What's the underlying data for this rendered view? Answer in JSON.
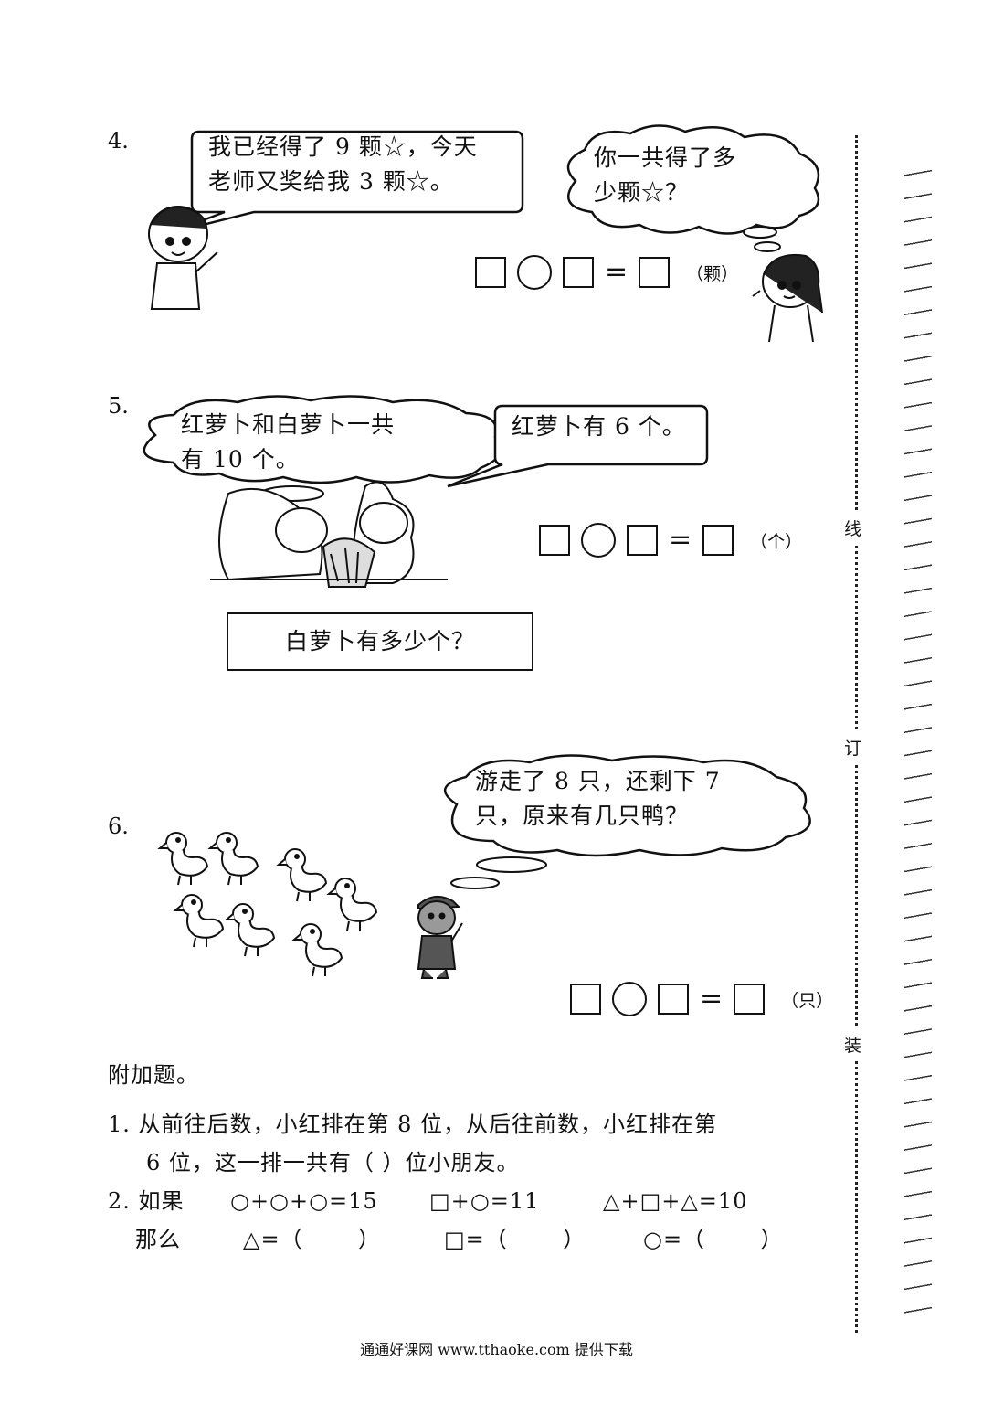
{
  "q4": {
    "number": "4.",
    "boy_speech_1": "我已经得了 9 颗☆，今天",
    "boy_speech_2": "老师又奖给我 3 颗☆。",
    "girl_thought_1": "你一共得了多",
    "girl_thought_2": "少颗☆？",
    "equals": "=",
    "unit": "（颗）"
  },
  "q5": {
    "number": "5.",
    "thought_1": "红萝卜和白萝卜一共",
    "thought_2": "有 10 个。",
    "speech": "红萝卜有 6 个。",
    "equals": "=",
    "unit": "（个）",
    "question": "白萝卜有多少个？"
  },
  "q6": {
    "number": "6.",
    "thought_1": "游走了 8 只，还剩下 7",
    "thought_2": "只，原来有几只鸭？",
    "equals": "=",
    "unit": "（只）"
  },
  "bonus": {
    "title": "附加题。",
    "item1_line1": "1.  从前往后数，小红排在第 8 位，从后往前数，小红排在第",
    "item1_line2": "6 位，这一排一共有（      ）位小朋友。",
    "item2_label": "2.  如果",
    "item2_eq1": "○+○+○=15",
    "item2_eq2": "□+○=11",
    "item2_eq3": "△+□+△=10",
    "item2_then": "那么",
    "item2_ans1": "△=（       ）",
    "item2_ans2": "□=（       ）",
    "item2_ans3": "○=（       ）"
  },
  "binding": {
    "xian": "线",
    "ding": "订",
    "zhuang": "装"
  },
  "footer": "通通好课网  www.tthaoke.com  提供下载"
}
